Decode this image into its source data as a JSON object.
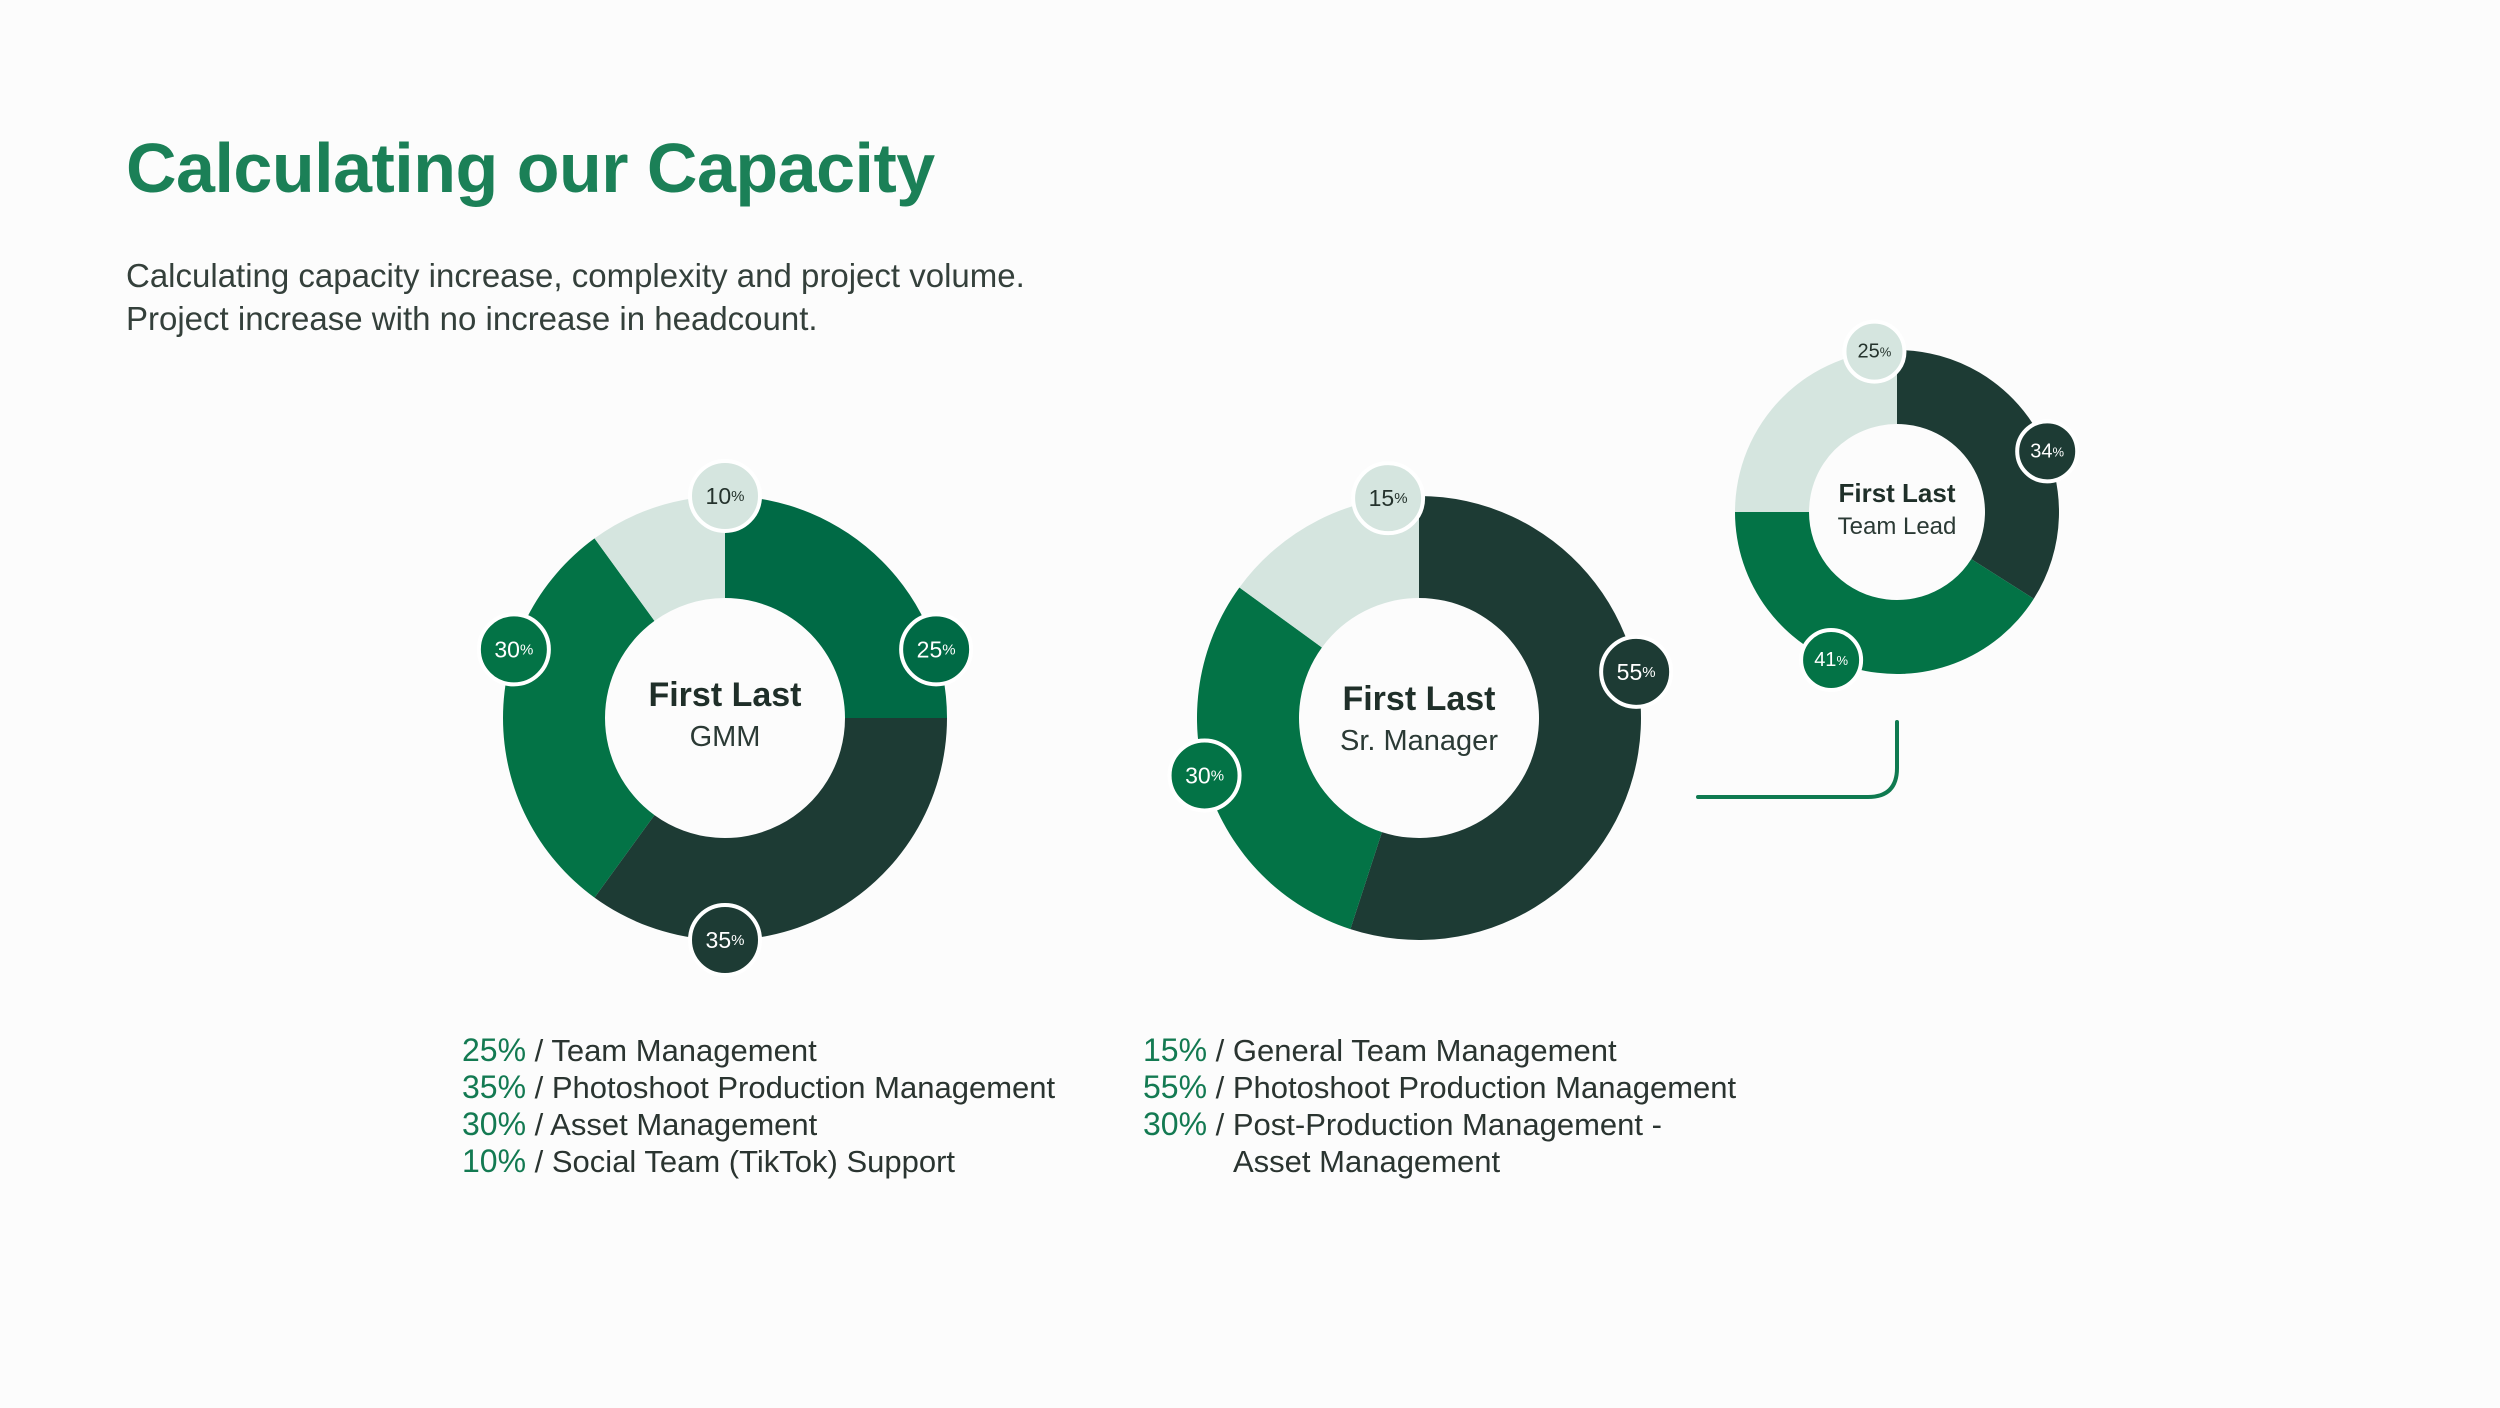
{
  "page": {
    "title": "Calculating our Capacity",
    "subtitle_line1": "Calculating capacity increase, complexity and project volume.",
    "subtitle_line2": "Project increase with no increase in headcount."
  },
  "colors": {
    "title": "#1b8057",
    "dark": "#1d3b34",
    "medium": "#037346",
    "bright": "#006a45",
    "light": "#d5e5df",
    "connector": "#0f7a50"
  },
  "chart_data": [
    {
      "type": "pie",
      "variant": "donut",
      "center_name": "First Last",
      "center_role": "GMM",
      "slices": [
        {
          "label": "Team Management",
          "value": 25,
          "badge": "25",
          "color": "#006a45"
        },
        {
          "label": "Photoshoot Production Management",
          "value": 35,
          "badge": "35",
          "color": "#1d3b34"
        },
        {
          "label": "Asset Management",
          "value": 30,
          "badge": "30",
          "color": "#037346"
        },
        {
          "label": "Social Team (TikTok) Support",
          "value": 10,
          "badge": "10",
          "color": "#d5e5df"
        }
      ]
    },
    {
      "type": "pie",
      "variant": "donut",
      "center_name": "First Last",
      "center_role": "Sr. Manager",
      "slices": [
        {
          "label": "Photoshoot Production Management",
          "value": 55,
          "badge": "55",
          "color": "#1d3b34"
        },
        {
          "label": "Post-Production Management - Asset Management",
          "value": 30,
          "badge": "30",
          "color": "#037346"
        },
        {
          "label": "General Team Management",
          "value": 15,
          "badge": "15",
          "color": "#d5e5df"
        }
      ]
    },
    {
      "type": "pie",
      "variant": "donut",
      "center_name": "First Last",
      "center_role": "Team Lead",
      "slices": [
        {
          "value": 34,
          "badge": "34",
          "color": "#1d3b34"
        },
        {
          "value": 41,
          "badge": "41",
          "color": "#037346"
        },
        {
          "value": 25,
          "badge": "25",
          "color": "#d5e5df"
        }
      ]
    }
  ],
  "legend1": [
    {
      "pct": "25%",
      "text": " / Team Management"
    },
    {
      "pct": "35%",
      "text": " / Photoshoot Production Management"
    },
    {
      "pct": "30%",
      "text": " / Asset Management"
    },
    {
      "pct": "10%",
      "text": " / Social Team (TikTok) Support"
    }
  ],
  "legend2": [
    {
      "pct": "15%",
      "text": " / General Team Management"
    },
    {
      "pct": "55%",
      "text": " / Photoshoot Production Management"
    },
    {
      "pct": "30%",
      "text": " / Post-Production Management -",
      "cont": "Asset Management"
    }
  ]
}
